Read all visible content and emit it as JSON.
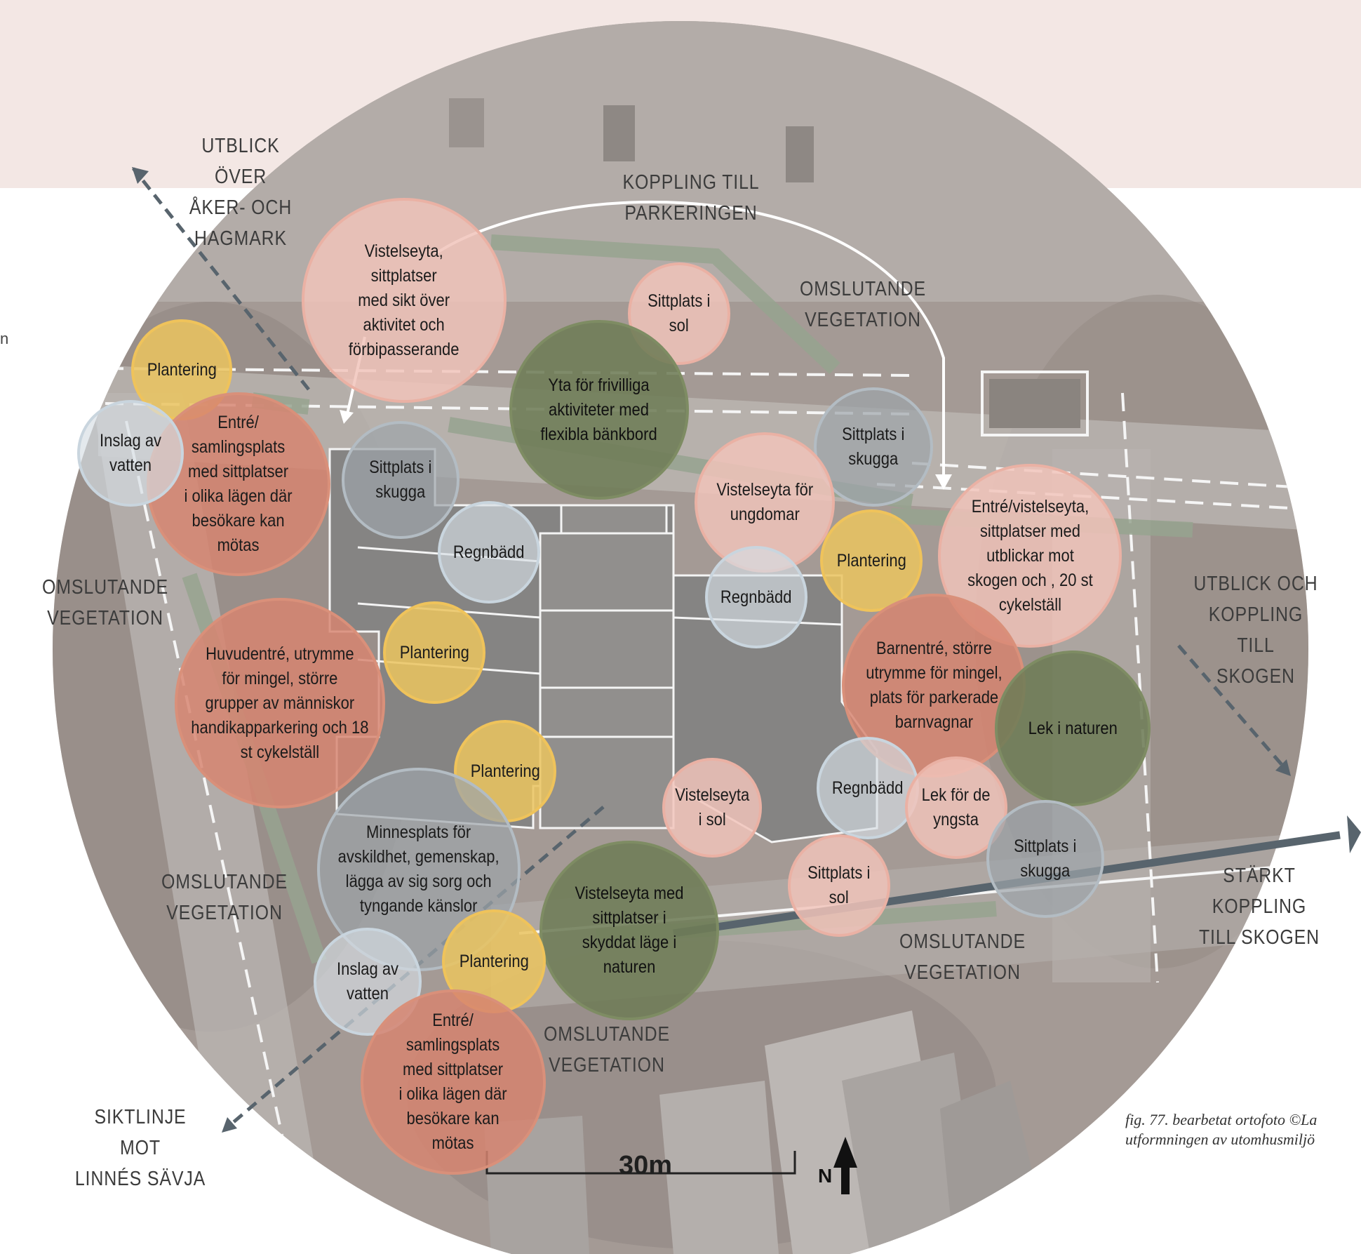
{
  "figure": {
    "caption": "fig. 77. bearbetat ortofoto ©La\nutformningen av utomhusmiljö",
    "edge_mark": "n",
    "scale_label": "30m",
    "north_label": "N"
  },
  "colors": {
    "pink": "#f1c4ba",
    "red": "#d68470",
    "yellow": "#eac460",
    "light_blue": "#d6dee4",
    "gray": "#9ca4aa",
    "green": "#6e7c56",
    "arrow_slate": "#58646d"
  },
  "annotations": [
    {
      "id": "a1",
      "text": "UTBLICK ÖVER\nÅKER- OCH\nHAGMARK"
    },
    {
      "id": "a2",
      "text": "KOPPLING TILL\nPARKERINGEN"
    },
    {
      "id": "a3",
      "text": "OMSLUTANDE\nVEGETATION"
    },
    {
      "id": "a4",
      "text": "OMSLUTANDE\nVEGETATION"
    },
    {
      "id": "a5",
      "text": "UTBLICK OCH\nKOPPLING TILL\nSKOGEN"
    },
    {
      "id": "a6",
      "text": "OMSLUTANDE\nVEGETATION"
    },
    {
      "id": "a7",
      "text": "STÄRKT\nKOPPLING\nTILL SKOGEN"
    },
    {
      "id": "a8",
      "text": "OMSLUTANDE\nVEGETATION"
    },
    {
      "id": "a9",
      "text": "OMSLUTANDE\nVEGETATION"
    },
    {
      "id": "a10",
      "text": "SIKTLINJE MOT\nLINNÉS SÄVJA"
    }
  ],
  "zones": [
    {
      "id": "z1",
      "type": "pink",
      "text": "Vistelseyta,\nsittplatser\nmed sikt över\naktivitet och\nförbipasserande"
    },
    {
      "id": "z2",
      "type": "pink",
      "text": "Sittplats i\nsol"
    },
    {
      "id": "z3",
      "type": "green",
      "text": "Yta för frivilliga\naktiviteter med\nflexibla bänkbord"
    },
    {
      "id": "z4",
      "type": "yellow",
      "text": "Plantering"
    },
    {
      "id": "z5",
      "type": "red",
      "text": "Entré/\nsamlingsplats\nmed sittplatser\ni olika lägen där\nbesökare kan\nmötas"
    },
    {
      "id": "z6",
      "type": "blue",
      "text": "Inslag av\nvatten"
    },
    {
      "id": "z7",
      "type": "gray",
      "text": "Sittplats i\nskugga"
    },
    {
      "id": "z8",
      "type": "blue",
      "text": "Regnbädd"
    },
    {
      "id": "z9",
      "type": "gray",
      "text": "Sittplats i\nskugga"
    },
    {
      "id": "z10",
      "type": "pink",
      "text": "Vistelseyta för\nungdomar"
    },
    {
      "id": "z11",
      "type": "pink",
      "text": "Entré/vistelseyta,\nsittplatser med\nutblickar mot\nskogen och ,  20 st\ncykelställ"
    },
    {
      "id": "z12",
      "type": "yellow",
      "text": "Plantering"
    },
    {
      "id": "z13",
      "type": "blue",
      "text": "Regnbädd"
    },
    {
      "id": "z14",
      "type": "red",
      "text": "Barnentré, större\nutrymme för mingel,\nplats för parkerade\nbarnvagnar"
    },
    {
      "id": "z15",
      "type": "green",
      "text": "Lek i naturen"
    },
    {
      "id": "z16",
      "type": "red",
      "text": "Huvudentré, utrymme\nför mingel, större\ngrupper av människor\nhandikapparkering och 18\nst cykelställ"
    },
    {
      "id": "z17",
      "type": "yellow",
      "text": "Plantering"
    },
    {
      "id": "z18",
      "type": "yellow",
      "text": "Plantering"
    },
    {
      "id": "z19",
      "type": "gray",
      "text": "Minnesplats för\navskildhet, gemenskap,\nlägga av sig sorg och\ntyngande känslor"
    },
    {
      "id": "z20",
      "type": "pink",
      "text": "Vistelseyta\ni sol"
    },
    {
      "id": "z21",
      "type": "blue",
      "text": "Regnbädd"
    },
    {
      "id": "z22",
      "type": "pink",
      "text": "Lek för de\nyngsta"
    },
    {
      "id": "z23",
      "type": "gray",
      "text": "Sittplats i\nskugga"
    },
    {
      "id": "z24",
      "type": "pink",
      "text": "Sittplats i\nsol"
    },
    {
      "id": "z25",
      "type": "green",
      "text": "Vistelseyta med\nsittplatser i\nskyddat läge i\nnaturen"
    },
    {
      "id": "z26",
      "type": "blue",
      "text": "Inslag av\nvatten"
    },
    {
      "id": "z27",
      "type": "yellow",
      "text": "Plantering"
    },
    {
      "id": "z28",
      "type": "red",
      "text": "Entré/\nsamlingsplats\nmed sittplatser\ni olika lägen där\nbesökare kan\nmötas"
    }
  ]
}
